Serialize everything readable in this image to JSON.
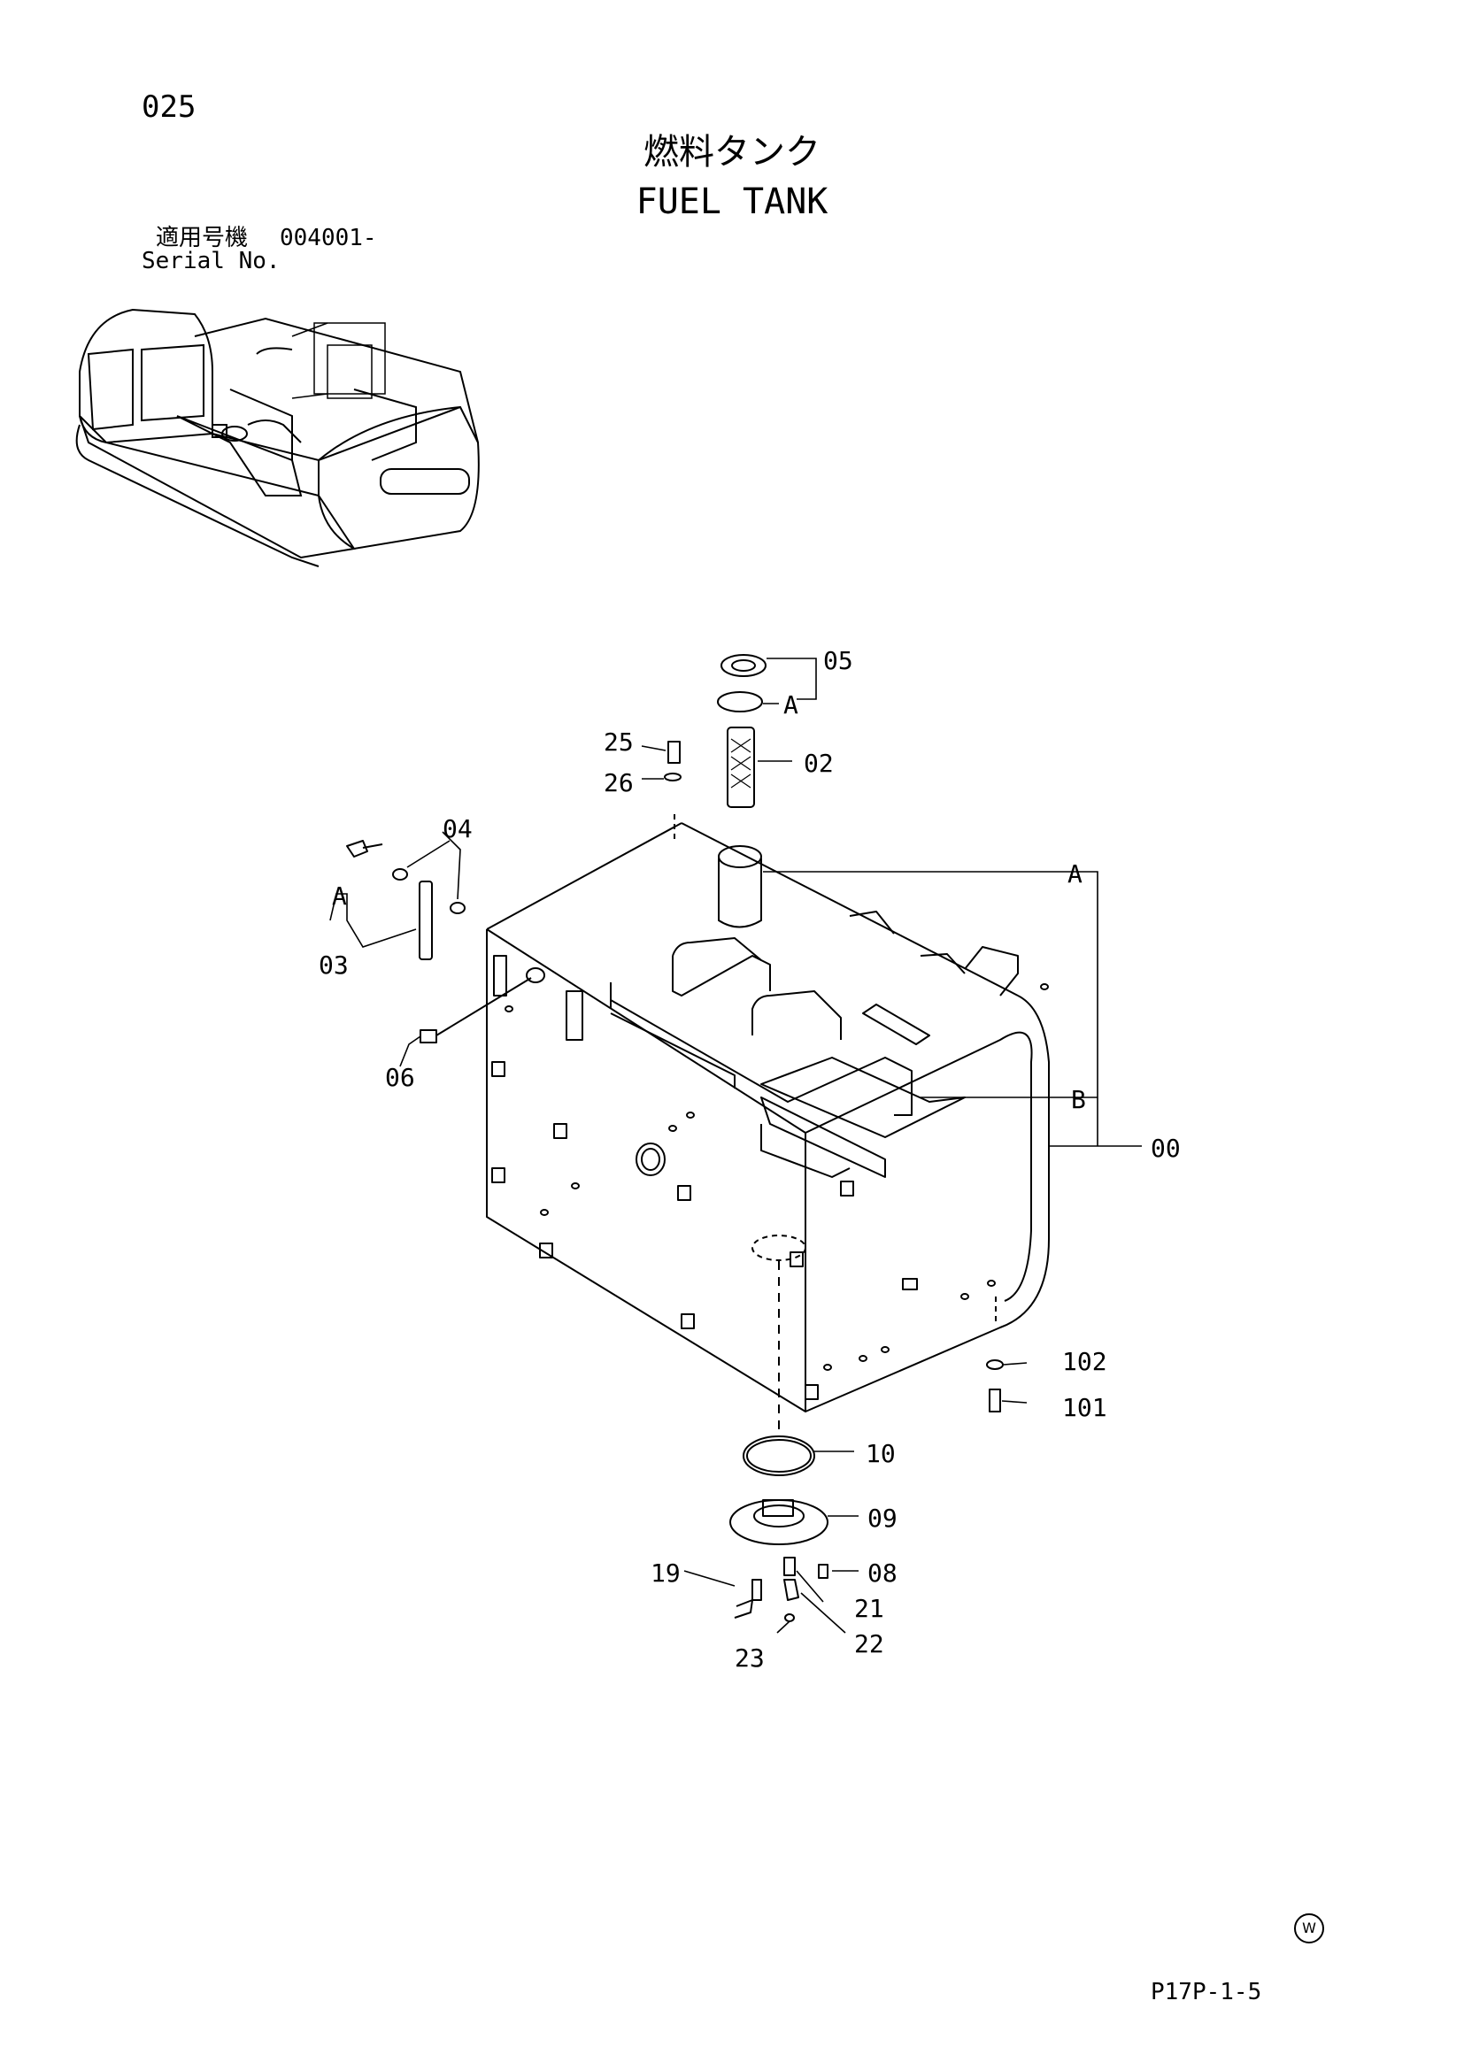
{
  "header": {
    "page_code": "025",
    "title_jp": "燃料タンク",
    "title_en": "FUEL TANK",
    "serial_label_jp": "適用号機",
    "serial_value": "004001-",
    "serial_label_en": "Serial No."
  },
  "parts": {
    "p00": "00",
    "p02": "02",
    "p03": "03",
    "p04": "04",
    "p05": "05",
    "p06": "06",
    "p08": "08",
    "p09": "09",
    "p10": "10",
    "p19": "19",
    "p21": "21",
    "p22": "22",
    "p23": "23",
    "p25": "25",
    "p26": "26",
    "p101": "101",
    "p102": "102"
  },
  "refs": {
    "a": "A",
    "b": "B"
  },
  "footer": {
    "doc_ref": "P17P-1-5",
    "mark": "W"
  }
}
